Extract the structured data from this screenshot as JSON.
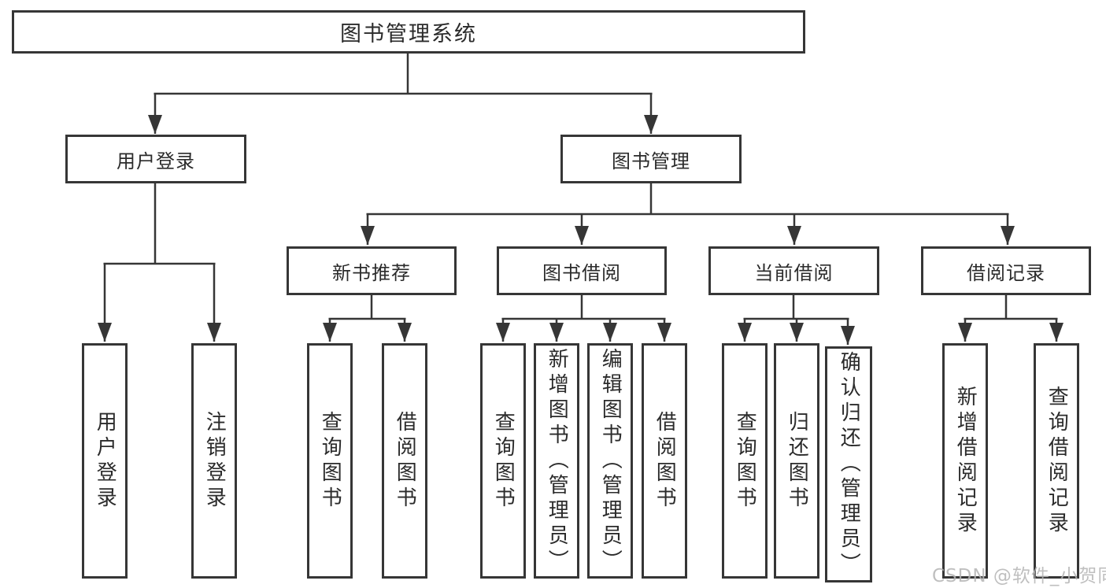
{
  "colors": {
    "background": "#ffffff",
    "line": "#363636",
    "text": "#2b2b2b",
    "watermark": "#b4b4b4"
  },
  "watermark": "CSDN @软件_小贺同学",
  "tree": {
    "label": "图书管理系统",
    "children": [
      {
        "label": "用户登录",
        "children": [
          {
            "label": "用户登录"
          },
          {
            "label": "注销登录"
          }
        ]
      },
      {
        "label": "图书管理",
        "children": [
          {
            "label": "新书推荐",
            "children": [
              {
                "label": "查询图书"
              },
              {
                "label": "借阅图书"
              }
            ]
          },
          {
            "label": "图书借阅",
            "children": [
              {
                "label": "查询图书"
              },
              {
                "label": "新增图书（管理员）"
              },
              {
                "label": "编辑图书（管理员）"
              },
              {
                "label": "借阅图书"
              }
            ]
          },
          {
            "label": "当前借阅",
            "children": [
              {
                "label": "查询图书"
              },
              {
                "label": "归还图书"
              },
              {
                "label": "确认归还（管理员）"
              }
            ]
          },
          {
            "label": "借阅记录",
            "children": [
              {
                "label": "新增借阅记录"
              },
              {
                "label": "查询借阅记录"
              }
            ]
          }
        ]
      }
    ]
  }
}
